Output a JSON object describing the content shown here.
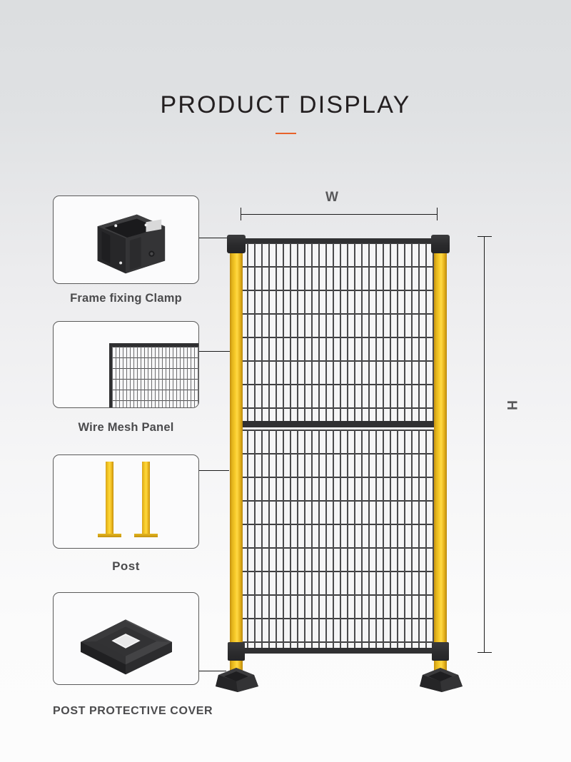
{
  "page": {
    "title": "PRODUCT DISPLAY",
    "background_top_color": "#dcdee0",
    "background_bottom_color": "#fbfbfb",
    "accent_color": "#e8622a"
  },
  "components": [
    {
      "id": "clamp",
      "label": "Frame fixing Clamp",
      "icon": "frame-fixing-clamp-image"
    },
    {
      "id": "mesh",
      "label": "Wire Mesh Panel",
      "icon": "wire-mesh-panel-image"
    },
    {
      "id": "post",
      "label": "Post",
      "icon": "post-image"
    },
    {
      "id": "cover",
      "label": "POST PROTECTIVE COVER",
      "icon": "post-protective-cover-image"
    }
  ],
  "dimensions": {
    "width_label": "W",
    "height_label": "H"
  },
  "product": {
    "name": "wire-mesh-fence-panel",
    "post_color": "#f8cc2b",
    "frame_color": "#303032",
    "mesh_color": "#4a4a4c"
  }
}
